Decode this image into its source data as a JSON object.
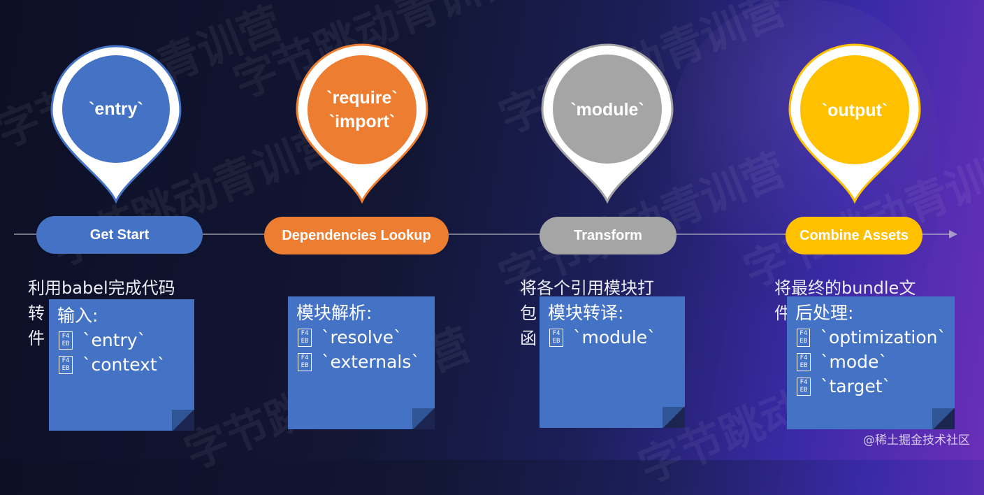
{
  "stages": [
    {
      "pin_text": [
        "`entry`"
      ],
      "pin_color": "#4472c4",
      "stage_label": "Get Start",
      "description": [
        "利用babel完成代码",
        "转",
        "件"
      ],
      "note_title": "输入:",
      "note_items": [
        "`entry`",
        "`context`"
      ]
    },
    {
      "pin_text": [
        "`require`",
        "`import`"
      ],
      "pin_color": "#ed7d31",
      "stage_label": "Dependencies Lookup",
      "description": [],
      "note_title": "模块解析:",
      "note_items": [
        "`resolve`",
        "`externals`"
      ]
    },
    {
      "pin_text": [
        "`module`"
      ],
      "pin_color": "#a5a5a5",
      "stage_label": "Transform",
      "description": [
        "将各个引用模块打",
        "包",
        "函"
      ],
      "note_title": "模块转译:",
      "note_items": [
        "`module`"
      ]
    },
    {
      "pin_text": [
        "`output`"
      ],
      "pin_color": "#ffc000",
      "stage_label": "Combine Assets",
      "description": [
        "将最终的bundle文",
        "件"
      ],
      "note_title": "后处理:",
      "note_items": [
        "`optimization`",
        "`mode`",
        "`target`"
      ]
    }
  ],
  "item_glyph": "F4\nEB",
  "watermark_text": "字节跳动青训营",
  "credit": "@稀土掘金技术社区"
}
